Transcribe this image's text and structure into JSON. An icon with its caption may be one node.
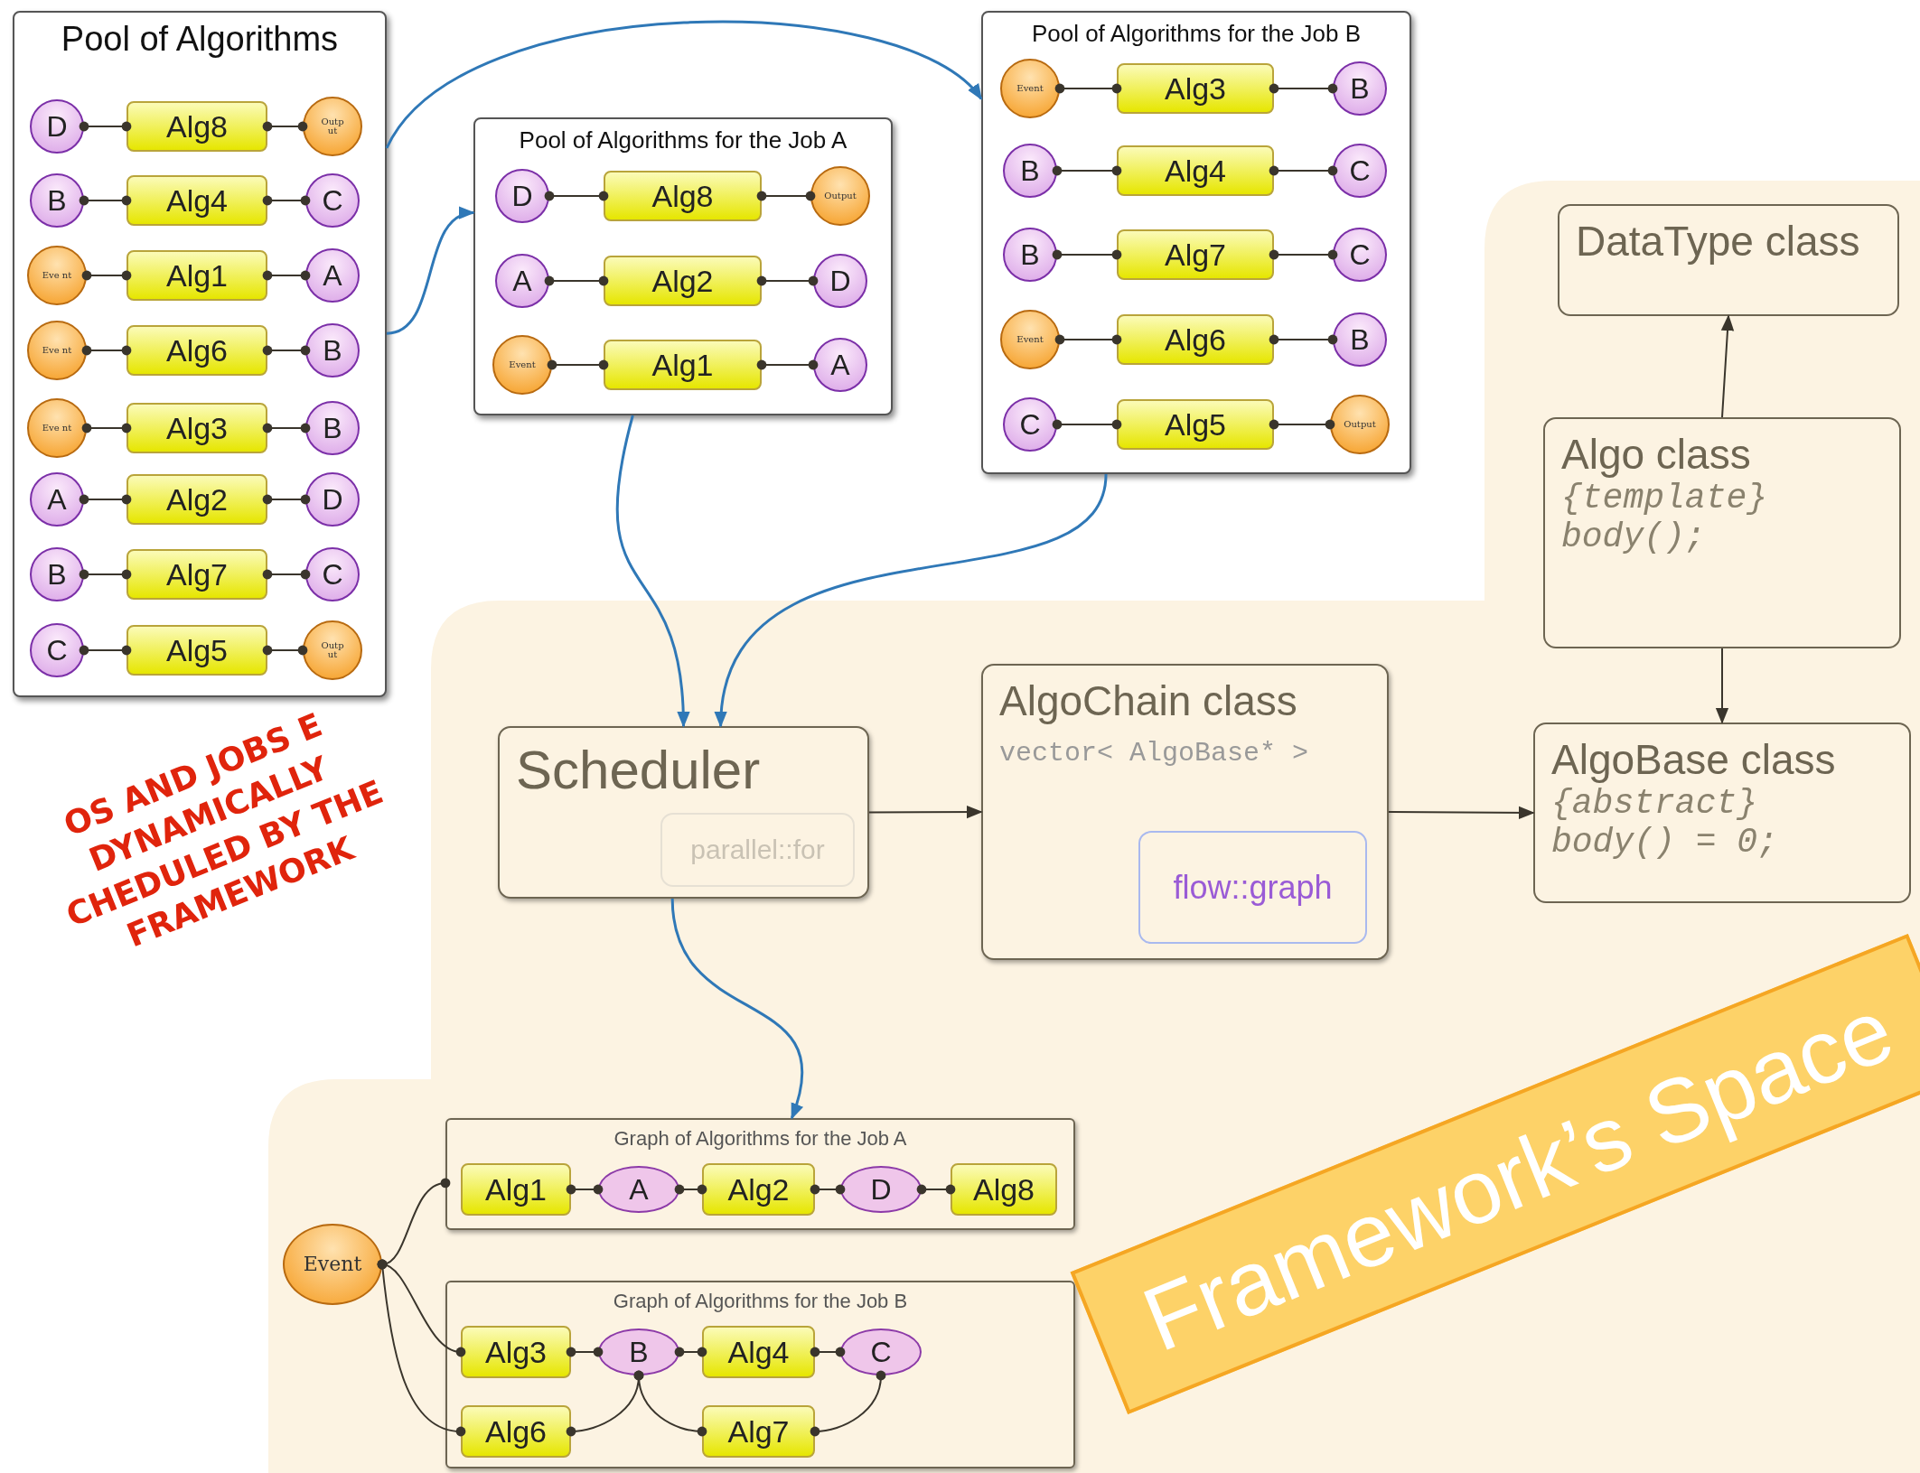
{
  "diagram": {
    "nodes": [
      {
        "text": [
          "Pool of Algorithms"
        ]
      },
      {
        "text": [
          "D"
        ],
        "in": 0
      },
      {
        "text": [
          "Alg8"
        ],
        "in": 0
      },
      {
        "text": [
          "Outp ut"
        ],
        "in": 0
      },
      {
        "text": [
          "B"
        ],
        "in": 0
      },
      {
        "text": [
          "Alg4"
        ],
        "in": 0
      },
      {
        "text": [
          "C"
        ],
        "in": 0
      },
      {
        "text": [
          "Eve nt"
        ],
        "in": 0
      },
      {
        "text": [
          "Alg1"
        ],
        "in": 0
      },
      {
        "text": [
          "A"
        ],
        "in": 0
      },
      {
        "text": [
          "Eve nt"
        ],
        "in": 0
      },
      {
        "text": [
          "Alg6"
        ],
        "in": 0
      },
      {
        "text": [
          "B"
        ],
        "in": 0
      },
      {
        "text": [
          "Eve nt"
        ],
        "in": 0
      },
      {
        "text": [
          "Alg3"
        ],
        "in": 0
      },
      {
        "text": [
          "B"
        ],
        "in": 0
      },
      {
        "text": [
          "A"
        ],
        "in": 0
      },
      {
        "text": [
          "Alg2"
        ],
        "in": 0
      },
      {
        "text": [
          "D"
        ],
        "in": 0
      },
      {
        "text": [
          "B"
        ],
        "in": 0
      },
      {
        "text": [
          "Alg7"
        ],
        "in": 0
      },
      {
        "text": [
          "C"
        ],
        "in": 0
      },
      {
        "text": [
          "C"
        ],
        "in": 0
      },
      {
        "text": [
          "Alg5"
        ],
        "in": 0
      },
      {
        "text": [
          "Outp ut"
        ],
        "in": 0
      },
      {
        "text": [
          "Pool of Algorithms for the Job A"
        ]
      },
      {
        "text": [
          "D"
        ],
        "in": 25
      },
      {
        "text": [
          "Alg8"
        ],
        "in": 25
      },
      {
        "text": [
          "Output"
        ],
        "in": 25
      },
      {
        "text": [
          "A"
        ],
        "in": 25
      },
      {
        "text": [
          "Alg2"
        ],
        "in": 25
      },
      {
        "text": [
          "D"
        ],
        "in": 25
      },
      {
        "text": [
          "Event"
        ],
        "in": 25
      },
      {
        "text": [
          "Alg1"
        ],
        "in": 25
      },
      {
        "text": [
          "A"
        ],
        "in": 25
      },
      {
        "text": [
          "Pool of Algorithms for the Job B"
        ]
      },
      {
        "text": [
          "Event"
        ],
        "in": 35
      },
      {
        "text": [
          "Alg3"
        ],
        "in": 35
      },
      {
        "text": [
          "B"
        ],
        "in": 35
      },
      {
        "text": [
          "B"
        ],
        "in": 35
      },
      {
        "text": [
          "Alg4"
        ],
        "in": 35
      },
      {
        "text": [
          "C"
        ],
        "in": 35
      },
      {
        "text": [
          "B"
        ],
        "in": 35
      },
      {
        "text": [
          "Alg7"
        ],
        "in": 35
      },
      {
        "text": [
          "C"
        ],
        "in": 35
      },
      {
        "text": [
          "Event"
        ],
        "in": 35
      },
      {
        "text": [
          "Alg6"
        ],
        "in": 35
      },
      {
        "text": [
          "B"
        ],
        "in": 35
      },
      {
        "text": [
          "C"
        ],
        "in": 35
      },
      {
        "text": [
          "Alg5"
        ],
        "in": 35
      },
      {
        "text": [
          "Output"
        ],
        "in": 35
      },
      {
        "text": [
          "DataType class"
        ]
      },
      {
        "text": [
          "Algo class",
          "{template}",
          "body();"
        ]
      },
      {
        "text": [
          "AlgoBase class",
          "{abstract}",
          "body() = 0;"
        ]
      },
      {
        "text": [
          "Scheduler"
        ]
      },
      {
        "text": [
          "parallel::for"
        ],
        "in": 54
      },
      {
        "text": [
          "AlgoChain class",
          "vector< AlgoBase* >"
        ]
      },
      {
        "text": [
          "flow::graph"
        ],
        "in": 56
      },
      {
        "text": [
          "Graph of Algorithms for the Job A"
        ]
      },
      {
        "text": [
          "Alg1"
        ],
        "in": 58
      },
      {
        "text": [
          "A"
        ],
        "in": 58
      },
      {
        "text": [
          "Alg2"
        ],
        "in": 58
      },
      {
        "text": [
          "D"
        ],
        "in": 58
      },
      {
        "text": [
          "Alg8"
        ],
        "in": 58
      },
      {
        "text": [
          "Graph of Algorithms for the Job B"
        ]
      },
      {
        "text": [
          "Alg3"
        ],
        "in": 64
      },
      {
        "text": [
          "B"
        ],
        "in": 64
      },
      {
        "text": [
          "Alg4"
        ],
        "in": 64
      },
      {
        "text": [
          "C"
        ],
        "in": 64
      },
      {
        "text": [
          "Alg6"
        ],
        "in": 64
      },
      {
        "text": [
          "Alg7"
        ],
        "in": 64
      },
      {
        "text": [
          "Event"
        ]
      }
    ],
    "edges": [
      {
        "from": 1,
        "to": 2,
        "arrow": "other"
      },
      {
        "from": 2,
        "to": 3,
        "arrow": "other"
      },
      {
        "from": 4,
        "to": 5,
        "arrow": "other"
      },
      {
        "from": 5,
        "to": 6,
        "arrow": "other"
      },
      {
        "from": 7,
        "to": 8,
        "arrow": "other"
      },
      {
        "from": 8,
        "to": 9,
        "arrow": "other"
      },
      {
        "from": 10,
        "to": 11,
        "arrow": "other"
      },
      {
        "from": 11,
        "to": 12,
        "arrow": "other"
      },
      {
        "from": 13,
        "to": 14,
        "arrow": "other"
      },
      {
        "from": 14,
        "to": 15,
        "arrow": "other"
      },
      {
        "from": 16,
        "to": 17,
        "arrow": "other"
      },
      {
        "from": 17,
        "to": 18,
        "arrow": "other"
      },
      {
        "from": 19,
        "to": 20,
        "arrow": "other"
      },
      {
        "from": 20,
        "to": 21,
        "arrow": "other"
      },
      {
        "from": 22,
        "to": 23,
        "arrow": "other"
      },
      {
        "from": 23,
        "to": 24,
        "arrow": "other"
      },
      {
        "from": 26,
        "to": 27,
        "arrow": "other"
      },
      {
        "from": 27,
        "to": 28,
        "arrow": "other"
      },
      {
        "from": 29,
        "to": 30,
        "arrow": "other"
      },
      {
        "from": 30,
        "to": 31,
        "arrow": "other"
      },
      {
        "from": 32,
        "to": 33,
        "arrow": "other"
      },
      {
        "from": 33,
        "to": 34,
        "arrow": "other"
      },
      {
        "from": 36,
        "to": 37,
        "arrow": "other"
      },
      {
        "from": 37,
        "to": 38,
        "arrow": "other"
      },
      {
        "from": 39,
        "to": 40,
        "arrow": "other"
      },
      {
        "from": 40,
        "to": 41,
        "arrow": "other"
      },
      {
        "from": 42,
        "to": 43,
        "arrow": "other"
      },
      {
        "from": 43,
        "to": 44,
        "arrow": "other"
      },
      {
        "from": 45,
        "to": 46,
        "arrow": "other"
      },
      {
        "from": 46,
        "to": 47,
        "arrow": "other"
      },
      {
        "from": 48,
        "to": 49,
        "arrow": "other"
      },
      {
        "from": 49,
        "to": 50,
        "arrow": "other"
      },
      {
        "from": 0,
        "to": 35,
        "arrow": "to",
        "color": "#2f78b7"
      },
      {
        "from": 0,
        "to": 25,
        "arrow": "to",
        "color": "#2f78b7"
      },
      {
        "from": 25,
        "to": 54,
        "arrow": "to",
        "color": "#2f78b7"
      },
      {
        "from": 35,
        "to": 54,
        "arrow": "to",
        "color": "#2f78b7"
      },
      {
        "from": 52,
        "to": 51,
        "arrow": "to"
      },
      {
        "from": 52,
        "to": 53,
        "arrow": "to"
      },
      {
        "from": 54,
        "to": 56,
        "arrow": "to"
      },
      {
        "from": 56,
        "to": 53,
        "arrow": "to"
      },
      {
        "from": 54,
        "to": 58,
        "arrow": "to",
        "color": "#2f78b7"
      },
      {
        "from": 59,
        "to": 60,
        "arrow": "other"
      },
      {
        "from": 60,
        "to": 61,
        "arrow": "other"
      },
      {
        "from": 61,
        "to": 62,
        "arrow": "other"
      },
      {
        "from": 62,
        "to": 63,
        "arrow": "other"
      },
      {
        "from": 71,
        "to": 58,
        "arrow": "other"
      },
      {
        "from": 71,
        "to": 65,
        "arrow": "other"
      },
      {
        "from": 71,
        "to": 69,
        "arrow": "other"
      },
      {
        "from": 65,
        "to": 66,
        "arrow": "other"
      },
      {
        "from": 69,
        "to": 66,
        "arrow": "other"
      },
      {
        "from": 66,
        "to": 67,
        "arrow": "other"
      },
      {
        "from": 66,
        "to": 70,
        "arrow": "other"
      },
      {
        "from": 67,
        "to": 68,
        "arrow": "other"
      },
      {
        "from": 70,
        "to": 68,
        "arrow": "other"
      }
    ],
    "labels": [
      "OS AND JOBS E DYNAMICALLY CHEDULED BY THE FRAMEWORK",
      "Framework’s Space"
    ]
  }
}
